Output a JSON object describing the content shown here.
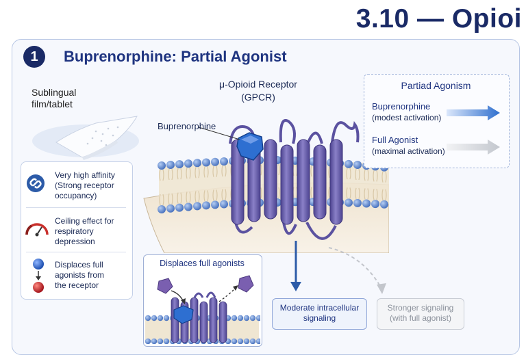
{
  "page": {
    "title": "3.10 — Opioi"
  },
  "section": {
    "number": "1",
    "title": "Buprenorphine: Partial Agonist"
  },
  "film": {
    "line1": "Sublingual",
    "line2": "film/tablet"
  },
  "properties": [
    {
      "icon": "link-icon",
      "lines": [
        "Very high affinity",
        "(Strong receptor",
        "occupancy)"
      ]
    },
    {
      "icon": "gauge-icon",
      "lines": [
        "Ceiling effect for",
        "respiratory",
        "depression"
      ]
    },
    {
      "icon": "displace-molecules-icon",
      "lines": [
        "Displaces full",
        "agonists from",
        "the receptor"
      ]
    }
  ],
  "receptor": {
    "line1": "μ-Opioid Receptor",
    "line2": "(GPCR)"
  },
  "buprenorphine_label": "Buprenorphine",
  "partial_agonism": {
    "title": "Partiad Agonism",
    "rows": [
      {
        "name": "Buprenorphine",
        "desc": "(modest activation)",
        "color": "#2f6fce"
      },
      {
        "name": "Full Agonist",
        "desc": "(maximal activation)",
        "color": "#c8ccd2"
      }
    ]
  },
  "displace": {
    "title": "Displaces full agonists"
  },
  "signaling": {
    "moderate": {
      "line1": "Moderate intracellular",
      "line2": "signaling"
    },
    "stronger": {
      "line1": "Stronger signaling",
      "line2": "(with full agonist)"
    }
  },
  "colors": {
    "navy": "#1a2a66",
    "receptor_purple": "#6a5fa8",
    "ligand_blue": "#2e6fd1",
    "full_agonist_purple": "#7a5fb0",
    "lipid_blue": "#5f86cc"
  }
}
